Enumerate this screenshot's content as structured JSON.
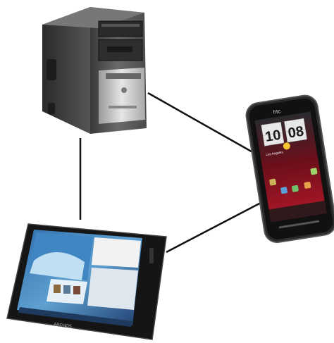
{
  "devices": {
    "desktop": {
      "icon": "desktop-tower-icon"
    },
    "phone": {
      "icon": "smartphone-icon",
      "brand": "htc",
      "clock_hour": "10",
      "clock_minute": "08",
      "city": "Los Angeles"
    },
    "tablet": {
      "icon": "tablet-icon",
      "brand": "ARCHOS"
    }
  },
  "connections": [
    {
      "from": "desktop",
      "to": "phone"
    },
    {
      "from": "desktop",
      "to": "tablet"
    },
    {
      "from": "tablet",
      "to": "phone"
    }
  ]
}
